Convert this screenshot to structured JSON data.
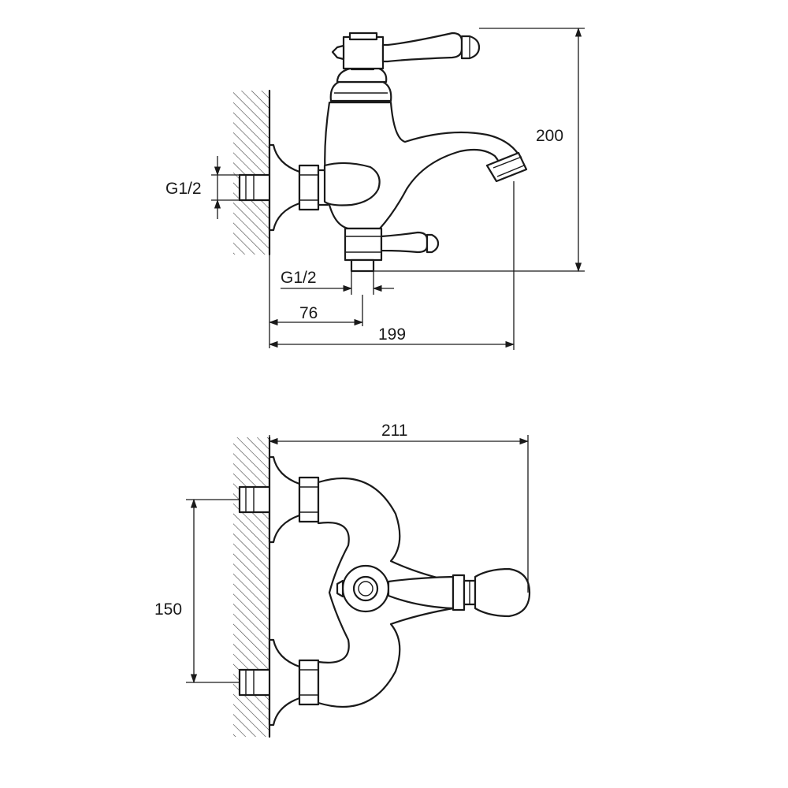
{
  "dimensions": {
    "thread_side": "G1/2",
    "thread_bottom": "G1/2",
    "offset_76": "76",
    "depth_199": "199",
    "height_200": "200",
    "width_211": "211",
    "spacing_150": "150"
  }
}
